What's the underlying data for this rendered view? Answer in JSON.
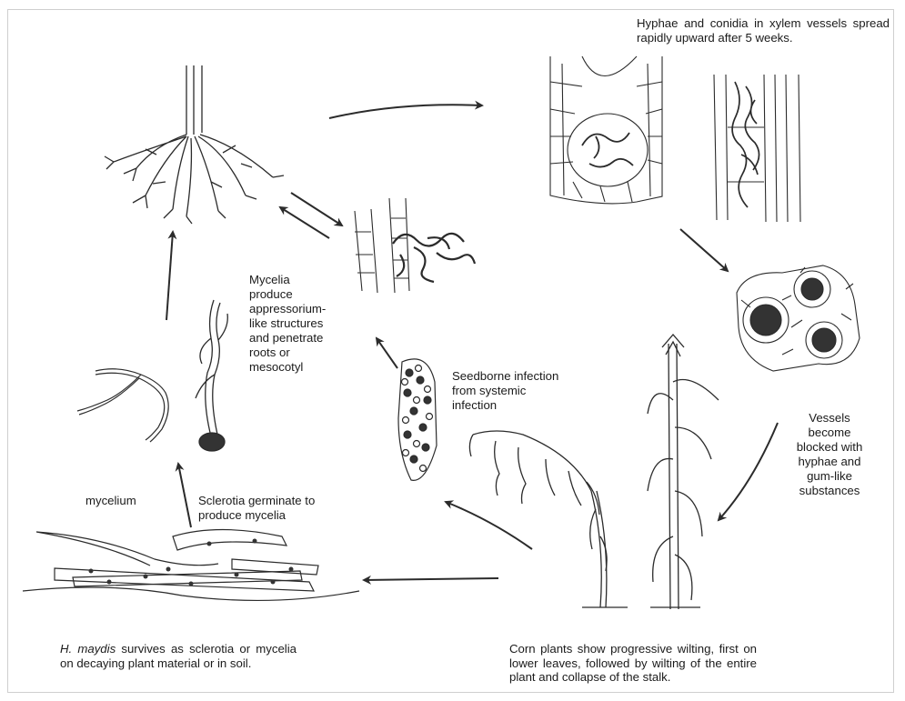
{
  "labels": {
    "xylem": "Hyphae and conidia in xylem vessels spread rapidly upward after 5 weeks.",
    "mycelia_produce": [
      "Mycelia",
      "produce",
      "appressorium-",
      "like structures",
      "and penetrate",
      "roots or",
      "mesocotyl"
    ],
    "seedborne": [
      "Seedborne infection",
      "from systemic",
      "infection"
    ],
    "vessels_blocked": [
      "Vessels",
      "become",
      "blocked with",
      "hyphae and",
      "gum-like",
      "substances"
    ],
    "mycelium": "mycelium",
    "sclerotia": [
      "Sclerotia germinate to",
      "produce mycelia"
    ],
    "survives_species": "H. maydis",
    "survives_rest": " survives as sclerotia or mycelia on decaying plant material or in soil.",
    "corn_plants": "Corn plants show progressive wilting, first on lower leaves, followed by wilting of the entire plant and collapse of the stalk."
  },
  "colors": {
    "ink": "#1a1a1a",
    "line": "#2b2b2b",
    "dark_fill": "#333333",
    "frame": "#cfcfcf"
  }
}
